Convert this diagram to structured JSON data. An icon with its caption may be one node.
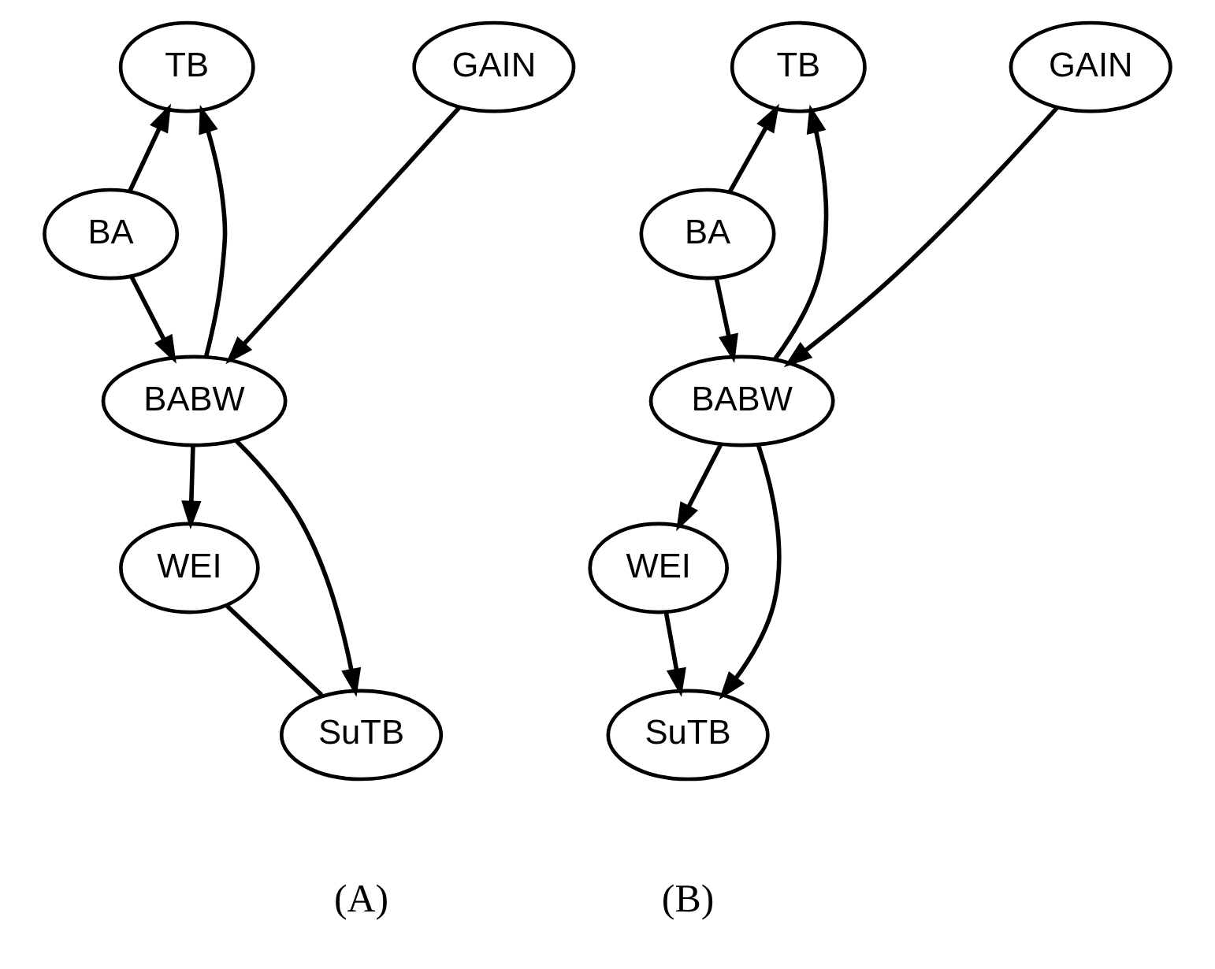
{
  "diagram": {
    "nodes": [
      {
        "text": [
          "TB"
        ]
      },
      {
        "text": [
          "GAIN"
        ]
      },
      {
        "text": [
          "BA"
        ]
      },
      {
        "text": [
          "BABW"
        ]
      },
      {
        "text": [
          "WEI"
        ]
      },
      {
        "text": [
          "SuTB"
        ]
      },
      {
        "text": [
          "TB"
        ]
      },
      {
        "text": [
          "GAIN"
        ]
      },
      {
        "text": [
          "BA"
        ]
      },
      {
        "text": [
          "BABW"
        ]
      },
      {
        "text": [
          "WEI"
        ]
      },
      {
        "text": [
          "SuTB"
        ]
      }
    ],
    "edges": [
      {
        "from": 2,
        "to": 0,
        "arrow": "to"
      },
      {
        "from": 3,
        "to": 0,
        "arrow": "to"
      },
      {
        "from": 1,
        "to": 3,
        "arrow": "to"
      },
      {
        "from": 2,
        "to": 3,
        "arrow": "to"
      },
      {
        "from": 3,
        "to": 4,
        "arrow": "to"
      },
      {
        "from": 3,
        "to": 5,
        "arrow": "to"
      },
      {
        "from": 4,
        "to": 5,
        "arrow": "none"
      },
      {
        "from": 8,
        "to": 6,
        "arrow": "to"
      },
      {
        "from": 9,
        "to": 6,
        "arrow": "to"
      },
      {
        "from": 7,
        "to": 9,
        "arrow": "to"
      },
      {
        "from": 8,
        "to": 9,
        "arrow": "to"
      },
      {
        "from": 9,
        "to": 10,
        "arrow": "to"
      },
      {
        "from": 9,
        "to": 11,
        "arrow": "to"
      },
      {
        "from": 10,
        "to": 11,
        "arrow": "to"
      }
    ],
    "labels": [
      "(A)",
      "(B)"
    ]
  }
}
